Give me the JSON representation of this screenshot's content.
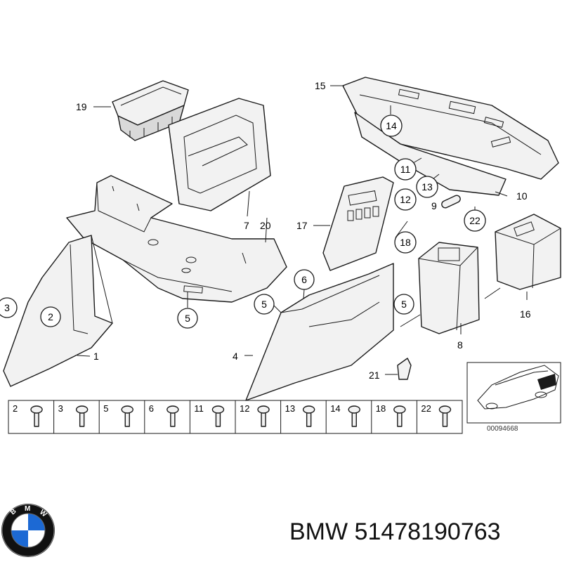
{
  "callouts": {
    "c1": "1",
    "c2": "2",
    "c3": "3",
    "c4": "4",
    "c5a": "5",
    "c5b": "5",
    "c5c": "5",
    "c6": "6",
    "c7": "7",
    "c8": "8",
    "c9": "9",
    "c10": "10",
    "c11": "11",
    "c12": "12",
    "c13": "13",
    "c14": "14",
    "c15": "15",
    "c16": "16",
    "c17": "17",
    "c18": "18",
    "c19": "19",
    "c20": "20",
    "c21": "21",
    "c22": "22"
  },
  "fastener_strip": [
    "2",
    "3",
    "5",
    "6",
    "11",
    "12",
    "13",
    "14",
    "18",
    "22"
  ],
  "reference_number": "00094668",
  "footer": {
    "brand": "BMW",
    "part_number": "51478190763"
  },
  "logo": {
    "letters": "BMW",
    "colors": {
      "ring": "#111111",
      "blue": "#1c69d4",
      "white": "#ffffff"
    }
  }
}
